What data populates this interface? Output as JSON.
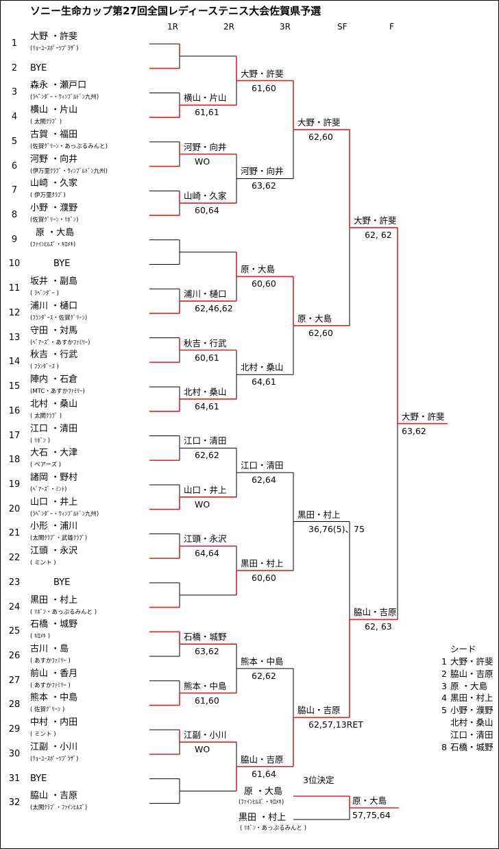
{
  "title": "ソニー生命カップ第27回全国レディーステニス大会佐賀県予選",
  "rounds": [
    "1R",
    "2R",
    "3R",
    "SF",
    "F"
  ],
  "players": [
    {
      "no": "1",
      "name": "大野 ・許斐",
      "club": "(ﾘｮｰﾕｰｽﾎﾟｰﾂﾌﾟﾗｻﾞ)"
    },
    {
      "no": "2",
      "name": "BYE",
      "club": ""
    },
    {
      "no": "3",
      "name": "森永 ・瀬戸口",
      "club": "(ﾗﾍﾞﾝﾀﾞｰ・ｳｨﾝﾌﾞﾙﾄﾞﾝ九州)"
    },
    {
      "no": "4",
      "name": "横山 ・片山",
      "club": "( 太閤ｸﾗﾌﾞ )"
    },
    {
      "no": "5",
      "name": "古賀 ・福田",
      "club": "(佐賀ｸﾞﾘｰﾝ・あっぷるみんと)"
    },
    {
      "no": "6",
      "name": "河野 ・向井",
      "club": "(伊万里ｸﾗﾌﾞ・ｳｨﾝﾌﾞﾙﾄﾞﾝ九州)"
    },
    {
      "no": "7",
      "name": "山崎 ・久家",
      "club": "( 伊万里ｸﾗﾌﾞ)"
    },
    {
      "no": "8",
      "name": "小野 ・濮野",
      "club": "(佐賀ｸﾞﾘｰﾝ・ﾘﾎﾞﾝ)"
    },
    {
      "no": "9",
      "name": "原 ・大島",
      "club": "(ﾌｧｲﾝﾋﾙｽﾞ・ｷﾛﾒｷ)"
    },
    {
      "no": "10",
      "name": "BYE",
      "club": ""
    },
    {
      "no": "11",
      "name": "坂井 ・副島",
      "club": "( ﾗﾍﾞﾝﾀﾞｰ )"
    },
    {
      "no": "12",
      "name": "浦川 ・樋口",
      "club": "(ﾌﾗﾝﾀﾞｰｽ・佐賀ｸﾞﾘｰﾝ)"
    },
    {
      "no": "13",
      "name": "守田 ・対馬",
      "club": "(ﾍﾞｱｰｽﾞ・あすかﾌｧﾐﾘｰ)"
    },
    {
      "no": "14",
      "name": "秋吉 ・行武",
      "club": "( ﾌﾗﾝﾀﾞｰｽ )"
    },
    {
      "no": "15",
      "name": "陣内 ・石倉",
      "club": "(MTC・あすかﾌｧﾐﾘｰ)"
    },
    {
      "no": "16",
      "name": "北村 ・桑山",
      "club": "( 太閤ｸﾗﾌﾞ )"
    },
    {
      "no": "17",
      "name": "江口 ・清田",
      "club": "( ﾘﾎﾞﾝ )"
    },
    {
      "no": "18",
      "name": "大石 ・大津",
      "club": "( ベアーズ )"
    },
    {
      "no": "19",
      "name": "諸岡 ・野村",
      "club": "(ﾍﾞｱｰｽﾞ・ﾐﾝﾄ)"
    },
    {
      "no": "20",
      "name": "山口 ・井上",
      "club": "(ﾗﾍﾞﾝﾀﾞｰ・ｳｨﾝﾌﾞﾙﾄﾞﾝ九州)"
    },
    {
      "no": "21",
      "name": "小形 ・浦川",
      "club": "(太閤ｸﾗﾌﾞ・武雄ｸﾗﾌﾞ)"
    },
    {
      "no": "22",
      "name": "江頭 ・永沢",
      "club": "( ミント )"
    },
    {
      "no": "23",
      "name": "BYE",
      "club": ""
    },
    {
      "no": "24",
      "name": "黒田 ・村上",
      "club": "( ﾘﾎﾞﾝ・あっぷるみんと )"
    },
    {
      "no": "25",
      "name": "石橋 ・城野",
      "club": "( ｷﾛﾒｷ )"
    },
    {
      "no": "26",
      "name": "古川 ・島",
      "club": "( あすかﾌｧﾐﾘｰ )"
    },
    {
      "no": "27",
      "name": "前山 ・香月",
      "club": "( あすかﾌｧﾐﾘｰ )"
    },
    {
      "no": "28",
      "name": "熊本 ・中島",
      "club": "( 佐賀ｸﾞﾘｰﾝ )"
    },
    {
      "no": "29",
      "name": "中村 ・内田",
      "club": "( ミント )"
    },
    {
      "no": "30",
      "name": "江副 ・小川",
      "club": "(ﾘｮｰﾕｰｽﾎﾟｰﾂﾌﾟﾗｻﾞ)"
    },
    {
      "no": "31",
      "name": "BYE",
      "club": ""
    },
    {
      "no": "32",
      "name": "脇山 ・吉原",
      "club": "(太閤ｸﾗﾌﾞ・ﾌｧｲﾝﾋﾙｽﾞ)"
    }
  ],
  "round1": [
    {
      "winner": "",
      "score": ""
    },
    {
      "winner": "横山・片山",
      "score": "61,61"
    },
    {
      "winner": "河野・向井",
      "score": "WO"
    },
    {
      "winner": "山崎・久家",
      "score": "60,64"
    },
    {
      "winner": "",
      "score": ""
    },
    {
      "winner": "浦川・樋口",
      "score": "62,46,62"
    },
    {
      "winner": "秋吉・行武",
      "score": "60,61"
    },
    {
      "winner": "北村・桑山",
      "score": "64,61"
    },
    {
      "winner": "江口・清田",
      "score": "62,62"
    },
    {
      "winner": "山口・井上",
      "score": "WO"
    },
    {
      "winner": "江頭・永沢",
      "score": "64,64"
    },
    {
      "winner": "",
      "score": ""
    },
    {
      "winner": "石橋・城野",
      "score": "63,62"
    },
    {
      "winner": "熊本・中島",
      "score": "61,60"
    },
    {
      "winner": "江副・小川",
      "score": "WO"
    },
    {
      "winner": "",
      "score": ""
    }
  ],
  "round2": [
    {
      "winner": "大野・許斐",
      "score": "61,60"
    },
    {
      "winner": "河野・向井",
      "score": "63,62"
    },
    {
      "winner": "原・大島",
      "score": "60,60"
    },
    {
      "winner": "北村・桑山",
      "score": "64,61"
    },
    {
      "winner": "江口・清田",
      "score": "62,64"
    },
    {
      "winner": "黒田・村上",
      "score": "60,60"
    },
    {
      "winner": "熊本・中島",
      "score": "62,62"
    },
    {
      "winner": "脇山・吉原",
      "score": "61,64"
    }
  ],
  "round3": [
    {
      "winner": "大野・許斐",
      "score": "62,60"
    },
    {
      "winner": "原・大島",
      "score": "62,60"
    },
    {
      "winner": "黒田・村上",
      "score": "36,76(5)、75"
    },
    {
      "winner": "脇山・吉原",
      "score": "62,57,13RET"
    }
  ],
  "semifinal": [
    {
      "winner": "大野・許斐",
      "score": "62, 62"
    },
    {
      "winner": "脇山・吉原",
      "score": "62, 63"
    }
  ],
  "final": {
    "winner": "大野・許斐",
    "score": "63,62"
  },
  "third_place": {
    "heading": "3位決定",
    "player1": {
      "name": "原 ・大島",
      "club": "(ﾌｧｲﾝﾋﾙｽﾞ・ｷﾛﾒｷ)"
    },
    "player2": {
      "name": "黒田 ・村上",
      "club": "( ﾘﾎﾞﾝ・あっぷるみんと )"
    },
    "winner": "原・大島",
    "score": "57,75,64"
  },
  "seeds": {
    "heading": "シード",
    "items": [
      {
        "no": "1",
        "name": "大野・許斐"
      },
      {
        "no": "2",
        "name": "脇山・吉原"
      },
      {
        "no": "3",
        "name": "原 ・大島"
      },
      {
        "no": "4",
        "name": "黒田・村上"
      },
      {
        "no": "5",
        "name": "小野・濮野"
      },
      {
        "no": "",
        "name": "北村・桑山"
      },
      {
        "no": "",
        "name": "江口・清田"
      },
      {
        "no": "8",
        "name": "石橋・城野"
      }
    ]
  },
  "colors": {
    "line": "#000000",
    "winner_line": "#e02020",
    "border": "#000000"
  }
}
